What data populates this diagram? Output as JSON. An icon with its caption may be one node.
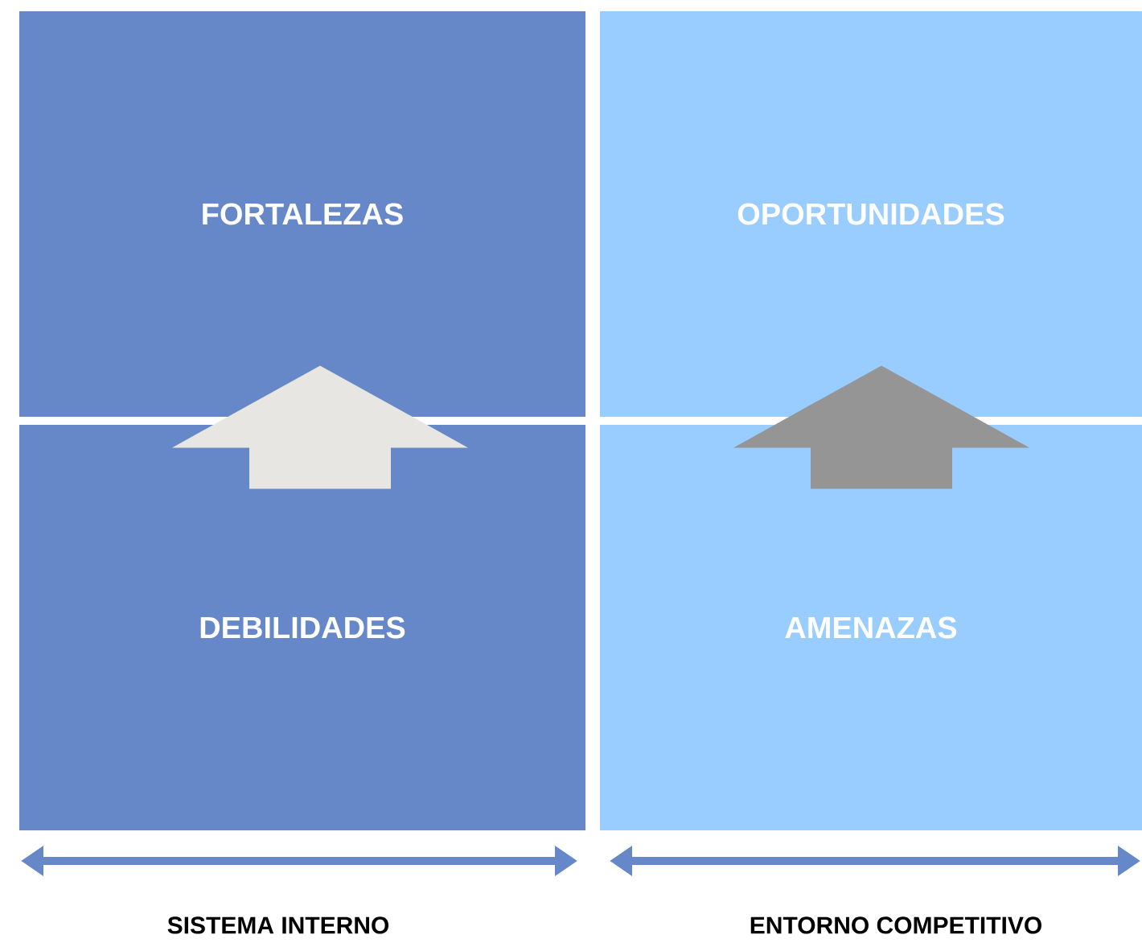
{
  "diagram": {
    "nodes": [
      {
        "text": [
          "FORTALEZAS"
        ]
      },
      {
        "text": [
          "DEBILIDADES"
        ]
      },
      {
        "text": [
          "OPORTUNIDADES"
        ]
      },
      {
        "text": [
          "AMENAZAS"
        ]
      }
    ],
    "edges": [
      {
        "from": 1,
        "to": 0,
        "arrow": "to",
        "color": "#e8e6e2"
      },
      {
        "from": 3,
        "to": 2,
        "arrow": "to",
        "color": "#959595"
      }
    ],
    "labels": [
      "SISTEMA INTERNO",
      "ENTORNO COMPETITIVO"
    ]
  }
}
